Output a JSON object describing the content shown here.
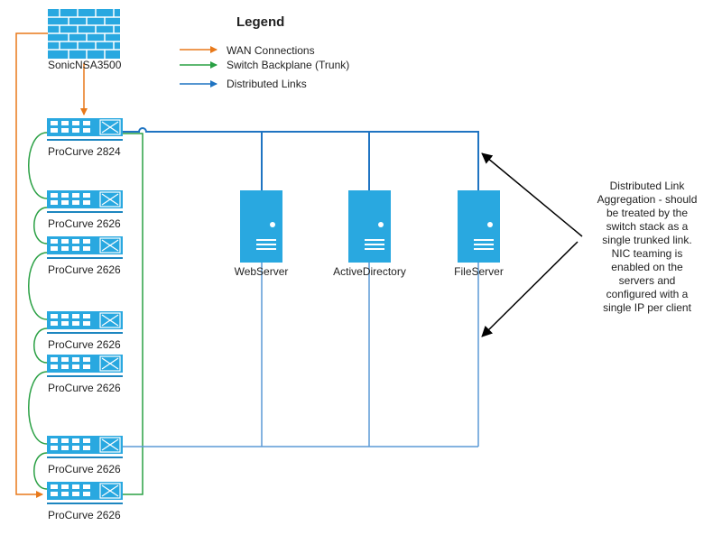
{
  "legend": {
    "title": "Legend",
    "items": [
      {
        "label": "WAN Connections",
        "color": "#e8791a"
      },
      {
        "label": "Switch Backplane (Trunk)",
        "color": "#2aa044"
      },
      {
        "label": "Distributed Links",
        "color": "#1f74c2"
      }
    ]
  },
  "firewall": {
    "label": "SonicNSA3500",
    "icon": "brick-wall-icon"
  },
  "switches": [
    {
      "label": "ProCurve 2824"
    },
    {
      "label": "ProCurve 2626"
    },
    {
      "label": "ProCurve 2626"
    },
    {
      "label": "ProCurve 2626"
    },
    {
      "label": "ProCurve 2626"
    },
    {
      "label": "ProCurve 2626"
    },
    {
      "label": "ProCurve 2626"
    }
  ],
  "servers": [
    {
      "label": "WebServer"
    },
    {
      "label": "ActiveDirectory"
    },
    {
      "label": "FileServer"
    }
  ],
  "note": {
    "lines": [
      "Distributed Link",
      "Aggregation - should",
      "be treated by the",
      "switch stack as a",
      "single trunked link.",
      "NIC teaming is",
      "enabled on the",
      "servers and",
      "configured with a",
      "single IP per client"
    ]
  },
  "colors": {
    "wan": "#e8791a",
    "trunk": "#2aa044",
    "distributed": "#1f74c2",
    "device": "#29a8e0",
    "device_dark": "#1d86c0"
  }
}
